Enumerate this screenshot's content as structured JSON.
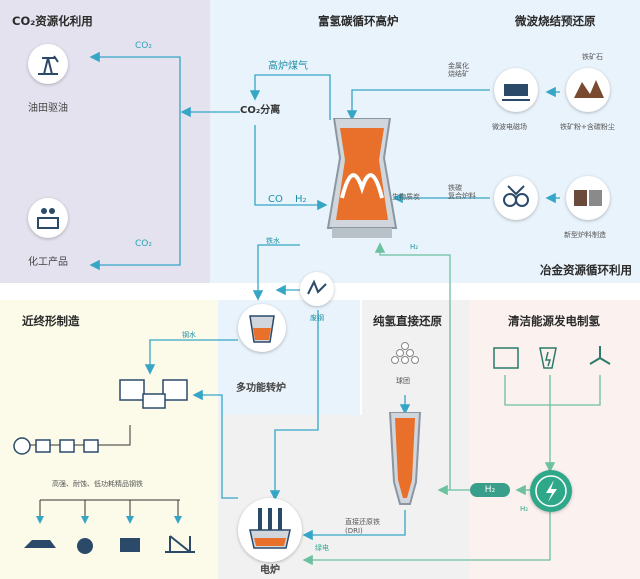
{
  "co2_section": {
    "title": "CO₂资源化利用",
    "oilfield_label": "油田驱油",
    "chem_label": "化工产品",
    "co2_arrow_top": "CO₂",
    "co2_arrow_bottom": "CO₂"
  },
  "furnace_section": {
    "title": "富氢碳循环高炉",
    "gas_label": "高炉煤气",
    "co2_sep_label": "CO₂分离",
    "co_label": "CO",
    "h2_label": "H₂",
    "biomass_label": "生物质炭",
    "hot_metal_label": "铁水",
    "h2_in_label": "H₂"
  },
  "microwave_section": {
    "title": "微波烧结预还原",
    "metallized_label": "金属化\n烧结矿",
    "iron_ore_label": "铁矿石",
    "microwave_field_label": "微波电磁场",
    "ore_powder_label": "铁矿粉+含碳粉尘",
    "ferrocoke_label": "铁碳\n复合炉料",
    "new_charge_label": "新型炉料制造"
  },
  "metallurgy_cycle": {
    "title": "冶金资源循环利用"
  },
  "near_net_section": {
    "title": "近终形制造",
    "molten_steel_label": "钢水",
    "products_label": "高强、耐蚀、低功耗精品钢铁"
  },
  "converter": {
    "label": "多功能转炉",
    "scrap_label": "废钢"
  },
  "hydrogen_section": {
    "title": "纯氢直接还原",
    "pellet_label": "球团",
    "dri_label": "直接还原铁\n(DRI)"
  },
  "clean_energy_section": {
    "title": "清洁能源发电制氢",
    "h2_tank_label": "H₂",
    "h2_label": "H₂",
    "green_power_label": "绿电"
  },
  "eaf": {
    "label": "电炉"
  },
  "colors": {
    "co2_bg": "#e5e2ef",
    "furnace_bg": "#e9f3fb",
    "near_net_bg": "#fcfbe9",
    "hydrogen_bg": "#f1f1f1",
    "clean_bg": "#fbf1ee",
    "flow_blue": "#35a6c6",
    "flow_green": "#6dc0a0",
    "molten": "#e8702a"
  }
}
